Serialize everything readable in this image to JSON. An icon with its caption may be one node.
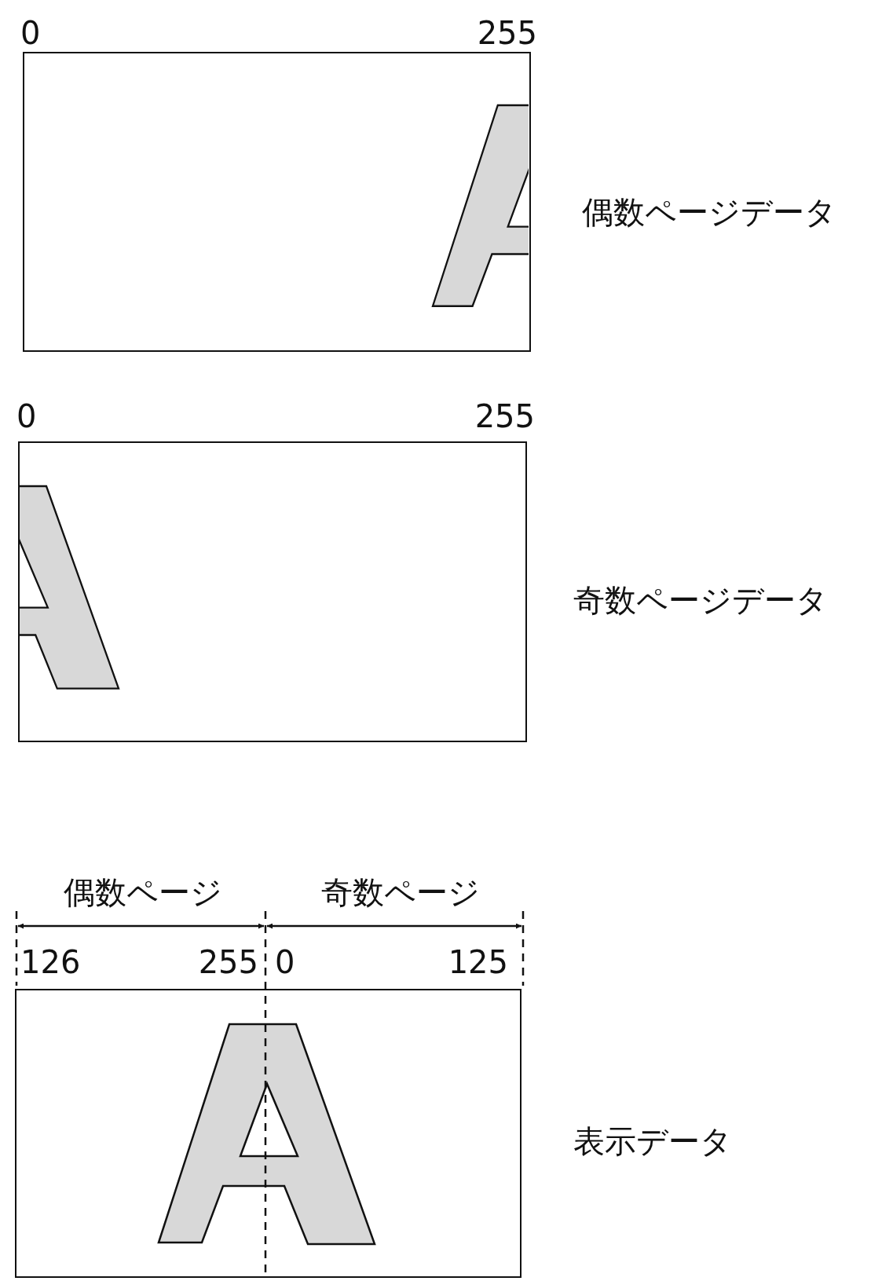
{
  "diagram": {
    "nodes": [
      {
        "text": [],
        "shape": "box",
        "beside": [
          "偶数ページデータ"
        ]
      },
      {
        "text": [],
        "shape": "box",
        "beside": [
          "奇数ページデータ"
        ]
      },
      {
        "text": [],
        "shape": "box",
        "beside": [
          "表示データ"
        ]
      }
    ],
    "labels": [
      "0",
      "255",
      "0",
      "255",
      "偶数ページ",
      "奇数ページ",
      "126",
      "255",
      "0",
      "125"
    ]
  }
}
